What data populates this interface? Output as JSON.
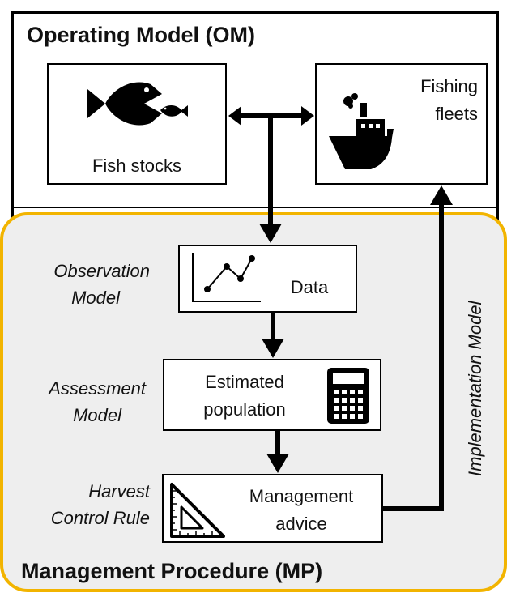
{
  "om": {
    "heading": "Operating Model (OM)",
    "fish_stocks_label": "Fish stocks",
    "fishing_fleets_label_line1": "Fishing",
    "fishing_fleets_label_line2": "fleets"
  },
  "mp": {
    "heading": "Management Procedure (MP)",
    "data_box": {
      "label": "Data",
      "side_label_line1": "Observation",
      "side_label_line2": "Model"
    },
    "estimate_box": {
      "label_line1": "Estimated",
      "label_line2": "population",
      "side_label_line1": "Assessment",
      "side_label_line2": "Model"
    },
    "advice_box": {
      "label_line1": "Management",
      "label_line2": "advice",
      "side_label_line1": "Harvest",
      "side_label_line2": "Control Rule"
    },
    "implementation_label": "Implementation Model"
  },
  "colors": {
    "mp_outline": "#f2b400",
    "mp_fill": "#eeeeee",
    "ink": "#000000"
  },
  "icons": [
    "big-fish-eating-small-fish-icon",
    "ship-icon",
    "line-chart-icon",
    "calculator-icon",
    "set-square-icon"
  ]
}
